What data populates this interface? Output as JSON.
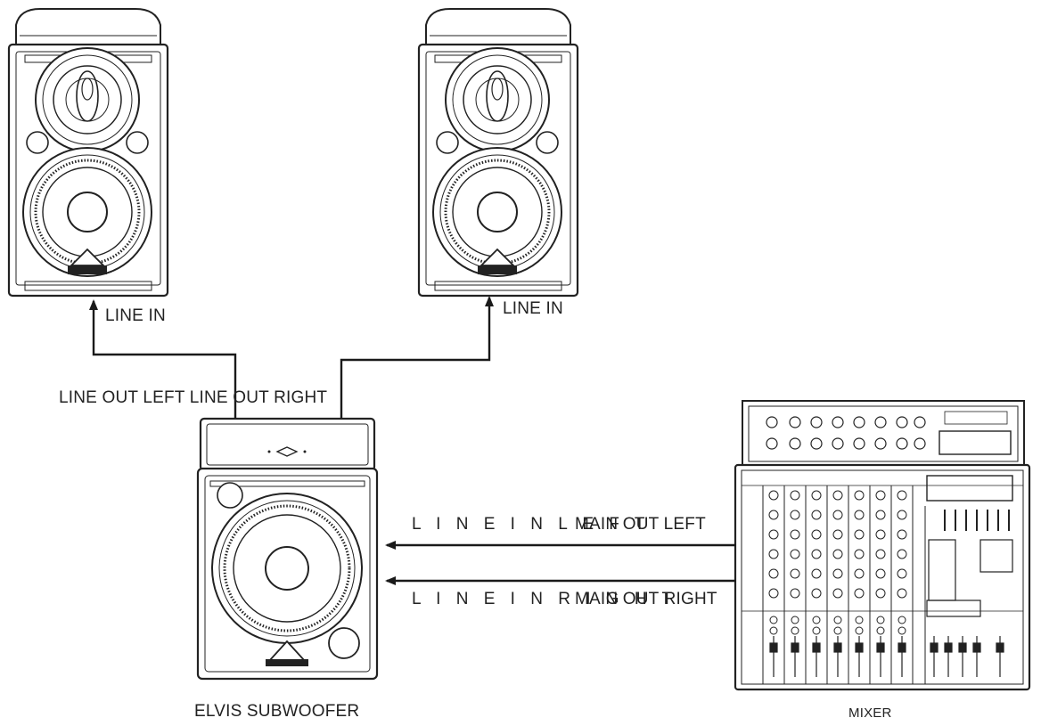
{
  "labels": {
    "left_speaker_input": "LINE IN",
    "right_speaker_input": "LINE IN",
    "sub_outputs": "LINE OUT LEFT LINE OUT RIGHT",
    "sub_input_left": "L I N E I N L E F T",
    "sub_input_right": "L I N E I N R I G H T",
    "mixer_out_left": "MAIN OUT LEFT",
    "mixer_out_right": "MAIN OUT RIGHT",
    "subwoofer_name": "ELVIS SUBWOOFER",
    "mixer_name": "MIXER"
  },
  "colors": {
    "line": "#1a1a1a",
    "background": "#ffffff"
  }
}
